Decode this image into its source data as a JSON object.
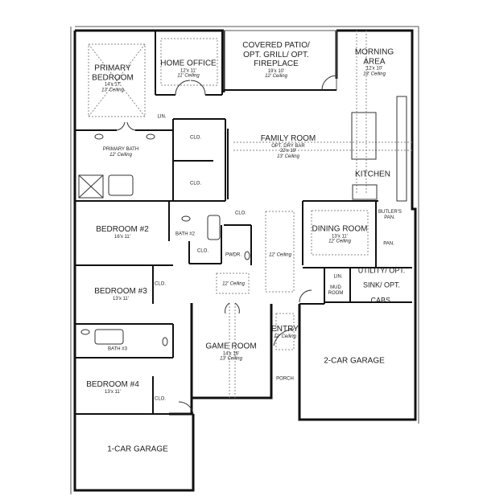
{
  "rooms": {
    "primary_bedroom": {
      "name": "PRIMARY BEDROOM",
      "size": "14'x 17'",
      "ceiling": "13' Ceiling"
    },
    "home_office": {
      "name": "HOME OFFICE",
      "size": "12'x 11'",
      "ceiling": "11' Ceiling"
    },
    "covered_patio": {
      "name": "COVERED PATIO/ OPT. GRILL/ OPT. FIREPLACE",
      "size": "19'x 10'",
      "ceiling": "12' Ceiling"
    },
    "morning_area": {
      "name": "MORNING AREA",
      "size": "12'x 10'",
      "ceiling": "13' Ceiling"
    },
    "family_room": {
      "name": "FAMILY ROOM",
      "option": "OPT. DRY BAR",
      "size": "22'x 19'",
      "ceiling": "13' Ceiling"
    },
    "kitchen": {
      "name": "KITCHEN"
    },
    "primary_bath": {
      "name": "PRIMARY BATH",
      "ceiling": "12' Ceiling"
    },
    "lin_1": {
      "name": "LIN."
    },
    "clo_1": {
      "name": "CLO."
    },
    "clo_2": {
      "name": "CLO."
    },
    "clo_3": {
      "name": "CLO."
    },
    "clo_4": {
      "name": "CLO."
    },
    "clo_5": {
      "name": "CLO."
    },
    "clo_6": {
      "name": "CLO."
    },
    "bedroom_2": {
      "name": "BEDROOM #2",
      "size": "16'x 11'"
    },
    "bath_2": {
      "name": "BATH #2"
    },
    "pwdr": {
      "name": "PWDR."
    },
    "hall_ceiling": {
      "ceiling": "12' Ceiling"
    },
    "foyer_ceiling": {
      "ceiling": "12' Ceiling"
    },
    "dining_room": {
      "name": "DINING ROOM",
      "size": "13'x 11'",
      "ceiling": "12' Ceiling"
    },
    "butlers_pan": {
      "name": "BUTLER'S PAN."
    },
    "pan": {
      "name": "PAN."
    },
    "bedroom_3": {
      "name": "BEDROOM #3",
      "size": "13'x 11'"
    },
    "bath_3": {
      "name": "BATH #3"
    },
    "lin_2": {
      "name": "LIN."
    },
    "mud_room": {
      "name": "MUD ROOM"
    },
    "utility": {
      "name": "UTILITY/ OPT. SINK/ OPT. CABS."
    },
    "game_room": {
      "name": "GAME ROOM",
      "size": "14'x 16'",
      "ceiling": "13' Ceiling"
    },
    "entry": {
      "name": "ENTRY",
      "ceiling": "12' Ceiling"
    },
    "porch": {
      "name": "PORCH"
    },
    "two_car_garage": {
      "name": "2-CAR GARAGE"
    },
    "bedroom_4": {
      "name": "BEDROOM #4",
      "size": "13'x 11'"
    },
    "one_car_garage": {
      "name": "1-CAR GARAGE"
    }
  },
  "colors": {
    "wall": "#111111",
    "line": "#555555",
    "dashed": "#888888",
    "background": "#ffffff"
  }
}
